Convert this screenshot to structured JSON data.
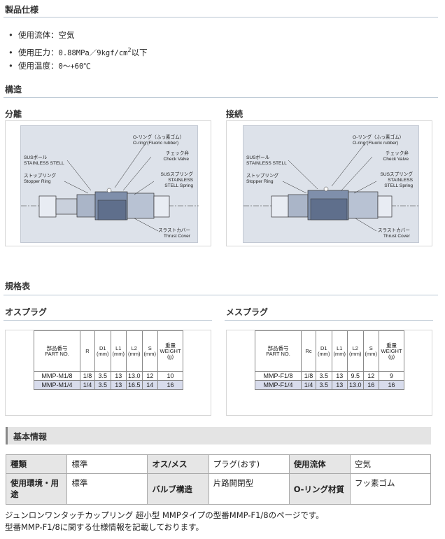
{
  "sections": {
    "spec_title": "製品仕様",
    "structure_title": "構造",
    "table_title": "規格表"
  },
  "spec_items": [
    {
      "label": "使用流体：",
      "value": "空気"
    },
    {
      "label": "使用圧力：",
      "value": "0.88MPa／9kgf/cm",
      "sup": "2",
      "tail": "以下"
    },
    {
      "label": "使用温度：",
      "value": "0〜+60℃"
    }
  ],
  "structure": {
    "left_title": "分離",
    "right_title": "接続",
    "labels": {
      "oring_jp": "O-リング（ふっ素ゴム）",
      "oring_en": "O-ring (Fluoric rubber)",
      "check_jp": "チェック弁",
      "check_en": "Check Valve",
      "ball_jp": "SUSボール",
      "ball_en": "STAINLESS STELL",
      "spring_jp": "SUSスプリング",
      "spring_en1": "STAINLESS",
      "spring_en2": "STELL Spring",
      "stopper_jp": "ストップリング",
      "stopper_en": "Stopper Ring",
      "thrust_jp": "スラストカバー",
      "thrust_en": "Thrust Cover"
    }
  },
  "tables": {
    "male_title": "オスプラグ",
    "female_title": "メスプラグ",
    "male": {
      "headers": [
        "部品番号\nPART NO.",
        "R",
        "D1\n(mm)",
        "L1\n(mm)",
        "L2\n(mm)",
        "S\n(mm)",
        "重量\nWEIGHT\n(g)"
      ],
      "rows": [
        [
          "MMP-M1/8",
          "1/8",
          "3.5",
          "13",
          "13.0",
          "12",
          "10"
        ],
        [
          "MMP-M1/4",
          "1/4",
          "3.5",
          "13",
          "16.5",
          "14",
          "16"
        ]
      ]
    },
    "female": {
      "headers": [
        "部品番号\nPART NO.",
        "Rc",
        "D1\n(mm)",
        "L1\n(mm)",
        "L2\n(mm)",
        "S\n(mm)",
        "重量\nWEIGHT\n(g)"
      ],
      "rows": [
        [
          "MMP-F1/8",
          "1/8",
          "3.5",
          "13",
          "9.5",
          "12",
          "9"
        ],
        [
          "MMP-F1/4",
          "1/4",
          "3.5",
          "13",
          "13.0",
          "16",
          "16"
        ]
      ]
    }
  },
  "basic_info": {
    "title": "基本情報",
    "rows": [
      [
        {
          "k": "種類",
          "v": "標準"
        },
        {
          "k": "オス/メス",
          "v": "プラグ(おす)"
        },
        {
          "k": "使用流体",
          "v": "空気"
        }
      ],
      [
        {
          "k": "使用環境・用途",
          "v": "標準"
        },
        {
          "k": "バルブ構造",
          "v": "片路開閉型"
        },
        {
          "k": "O-リング材質",
          "v": "フッ素ゴム"
        }
      ]
    ]
  },
  "description": {
    "line1": "ジュンロンワンタッチカップリング 超小型 MMPタイプの型番MMP-F1/8のページです。",
    "line2": "型番MMP-F1/8に関する仕様情報を記載しております。"
  }
}
